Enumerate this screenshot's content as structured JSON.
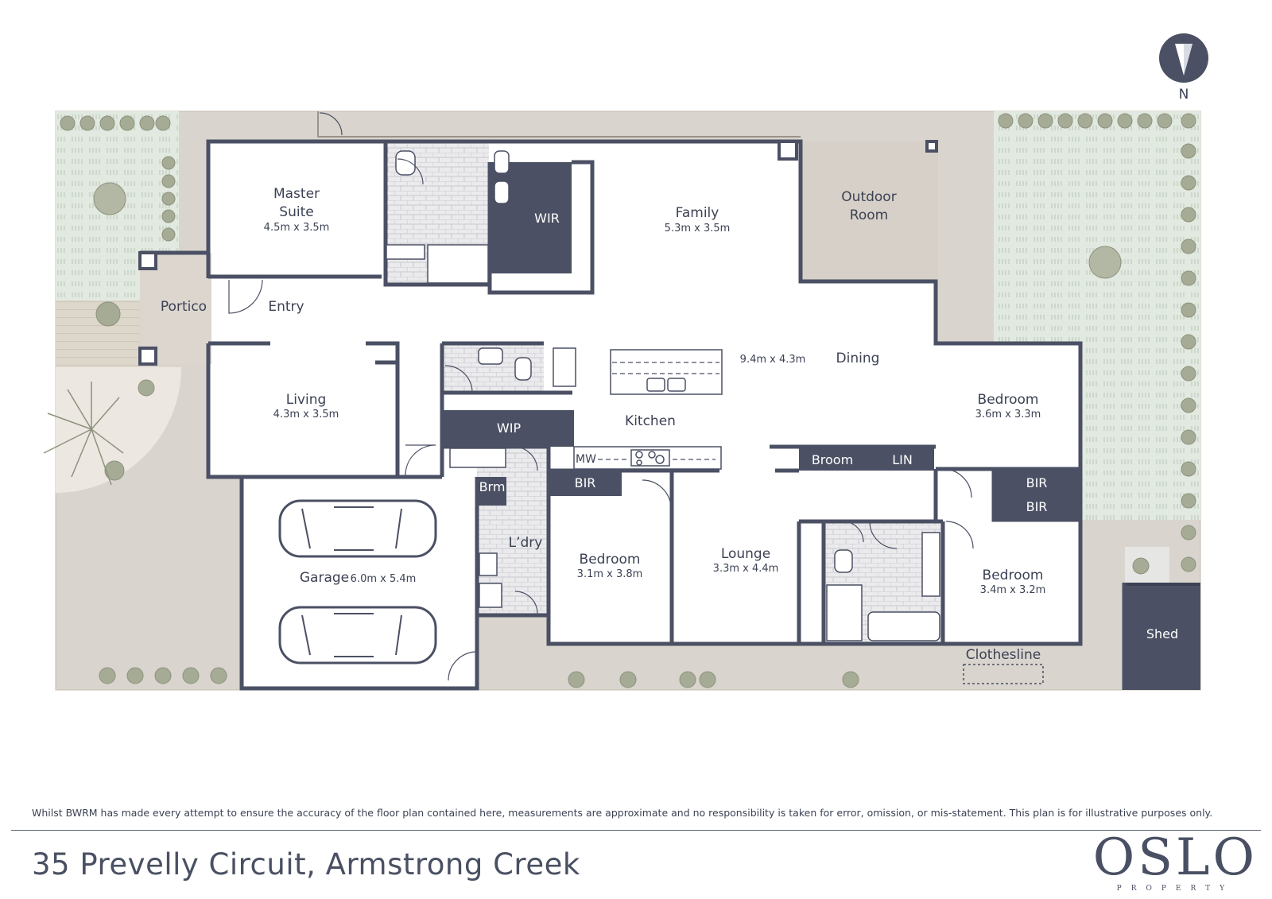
{
  "compass": {
    "label": "N"
  },
  "rooms": {
    "master_suite": {
      "name": "Master Suite",
      "name_line1": "Master",
      "name_line2": "Suite",
      "size": "4.5m x 3.5m"
    },
    "wir": {
      "name": "WIR"
    },
    "family": {
      "name": "Family",
      "size": "5.3m x 3.5m"
    },
    "outdoor_room": {
      "name": "Outdoor Room",
      "name_line1": "Outdoor",
      "name_line2": "Room"
    },
    "portico": {
      "name": "Portico"
    },
    "entry": {
      "name": "Entry"
    },
    "living": {
      "name": "Living",
      "size": "4.3m x 3.5m"
    },
    "dining": {
      "name": "Dining",
      "size": "9.4m x 4.3m"
    },
    "kitchen": {
      "name": "Kitchen"
    },
    "wip": {
      "name": "WIP"
    },
    "mw": {
      "name": "MW"
    },
    "broom": {
      "name": "Broom"
    },
    "lin": {
      "name": "LIN"
    },
    "bedroom_east": {
      "name": "Bedroom",
      "size": "3.6m x 3.3m"
    },
    "bir_east_1": {
      "name": "BIR"
    },
    "bir_east_2": {
      "name": "BIR"
    },
    "bir_west": {
      "name": "BIR"
    },
    "brm": {
      "name": "Brm"
    },
    "laundry": {
      "name": "L’dry"
    },
    "bedroom_mid": {
      "name": "Bedroom",
      "size": "3.1m x 3.8m"
    },
    "lounge": {
      "name": "Lounge",
      "size": "3.3m x 4.4m"
    },
    "bedroom_se": {
      "name": "Bedroom",
      "size": "3.4m x 3.2m"
    },
    "garage": {
      "name": "Garage",
      "size": "6.0m x 5.4m"
    },
    "shed": {
      "name": "Shed"
    },
    "clothesline": {
      "name": "Clothesline"
    }
  },
  "footer": {
    "disclaimer": "Whilst BWRM  has made every attempt to ensure the accuracy of the floor plan contained here, measurements are approximate and no responsibility is taken for error, omission, or mis-statement. This plan is for illustrative purposes only.",
    "address": "35 Prevelly Circuit, Armstrong Creek",
    "brand_name": "OSLO",
    "brand_sub": "PROPERTY"
  },
  "colors": {
    "wall": "#4b5064",
    "dark_room": "#4b5064",
    "paving": "#d8d3cc",
    "lawn": "#dde5dc",
    "tile": "#e8e8ea",
    "shrub": "#9ea48f",
    "text": "#3c4254"
  },
  "icons": [
    "compass-north-icon",
    "car-icon",
    "shrub-icon",
    "tree-icon",
    "toilet-icon",
    "basin-icon",
    "shower-icon",
    "bath-icon",
    "cooktop-icon",
    "sink-icon",
    "door-swing-icon"
  ]
}
